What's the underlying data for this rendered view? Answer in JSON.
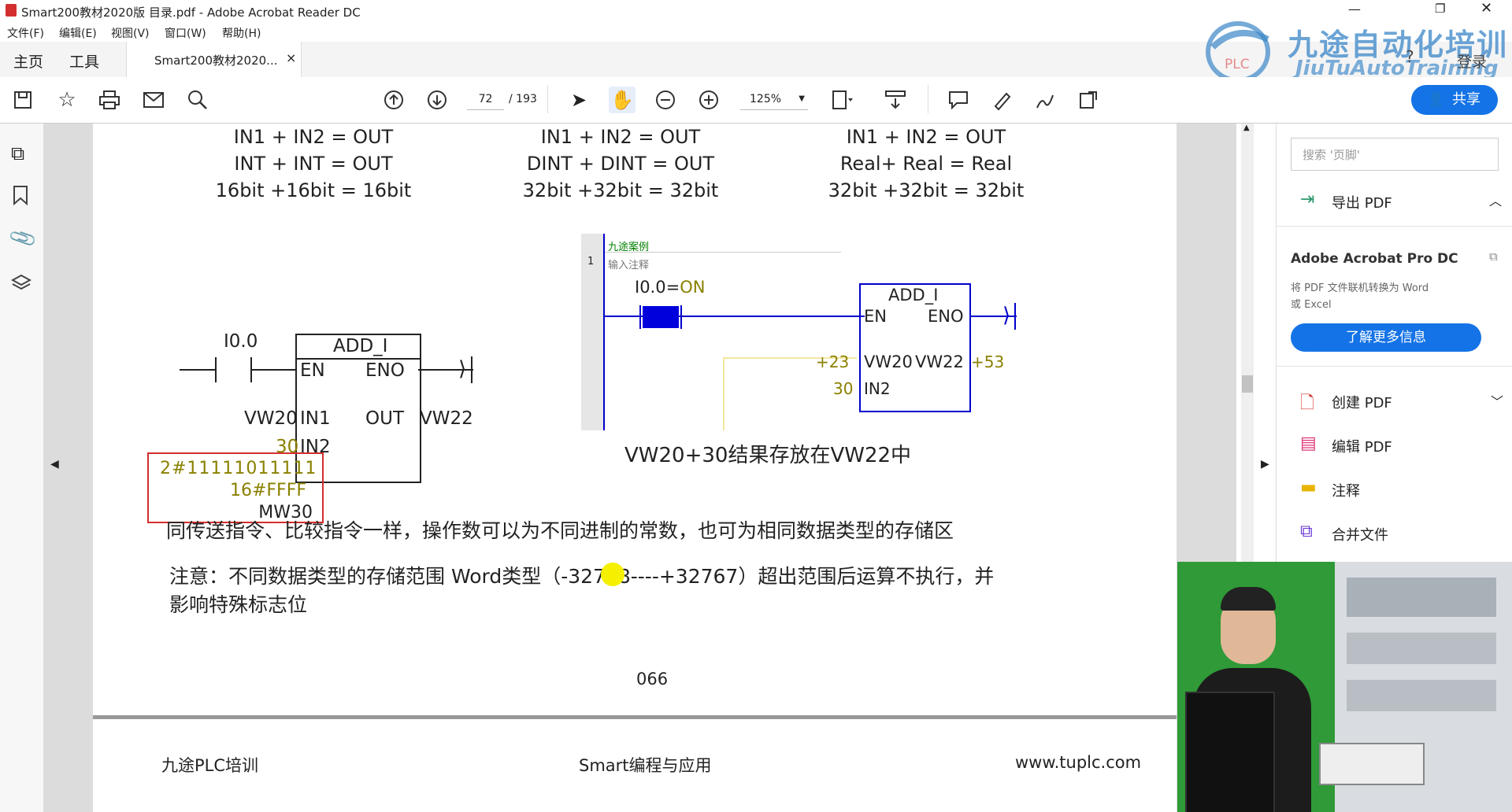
{
  "window": {
    "title": "Smart200教材2020版 目录.pdf - Adobe Acrobat Reader DC"
  },
  "menu": [
    "文件(F)",
    "编辑(E)",
    "视图(V)",
    "窗口(W)",
    "帮助(H)"
  ],
  "tabs": {
    "home": "主页",
    "tools": "工具",
    "doc": "Smart200教材2020...",
    "close": "×"
  },
  "toolbar": {
    "page_current": "72",
    "page_total": "/ 193",
    "zoom": "125%",
    "share": "共享",
    "login": "登录",
    "help": "?"
  },
  "watermark": {
    "cn": "九途自动化培训",
    "en": "JiuTuAutoTraining",
    "plc": "PLC"
  },
  "doc": {
    "col1": [
      "IN1 + IN2 = OUT",
      "INT + INT = OUT",
      "16bit +16bit = 16bit"
    ],
    "col2": [
      "IN1 + IN2 = OUT",
      "DINT + DINT = OUT",
      "32bit +32bit = 32bit"
    ],
    "col3": [
      "IN1 + IN2 = OUT",
      "Real+ Real = Real",
      "32bit +32bit = 32bit"
    ],
    "ladder1": {
      "contact": "I0.0",
      "block": "ADD_I",
      "en": "EN",
      "eno": "ENO",
      "in1": "IN1",
      "in2": "IN2",
      "out": "OUT",
      "in1_var": "VW20",
      "in2_val": "30",
      "out_var": "VW22"
    },
    "redbox": [
      "2#11111011111",
      "16#FFFF",
      "MW30"
    ],
    "ladder2": {
      "network_title": "九途案例",
      "network_no": "1",
      "comment": "输入注释",
      "contact": "I0.0=",
      "contact_state": "ON",
      "block": "ADD_I",
      "en": "EN",
      "eno": "ENO",
      "in1_val": "+23",
      "in1_var": "VW20",
      "out_var": "VW22",
      "out_val": "+53",
      "in2_val": "30",
      "in2": "IN2"
    },
    "caption": "VW20+30结果存放在VW22中",
    "para1": "同传送指令、比较指令一样，操作数可以为不同进制的常数，也可为相同数据类型的存储区",
    "para2a": "注意：不同数据类型的存储范围 Word类型（-32768----+32767）超出范围后运算不执行，并",
    "para2b": "影响特殊标志位",
    "page_no": "066",
    "footer": {
      "left": "九途PLC培训",
      "center": "Smart编程与应用",
      "right": "www.tuplc.com"
    }
  },
  "right_panel": {
    "search_placeholder": "搜索 '页脚'",
    "export": "导出 PDF",
    "promo_title": "Adobe Acrobat Pro DC",
    "promo_desc1": "将 PDF 文件联机转换为 Word",
    "promo_desc2": "或 Excel",
    "promo_btn": "了解更多信息",
    "items": [
      "创建 PDF",
      "编辑 PDF",
      "注释",
      "合并文件"
    ]
  },
  "colors": {
    "accent": "#1473e6",
    "red": "#d32f2f",
    "olive": "#8a8000",
    "blue_wire": "#0000cc"
  }
}
